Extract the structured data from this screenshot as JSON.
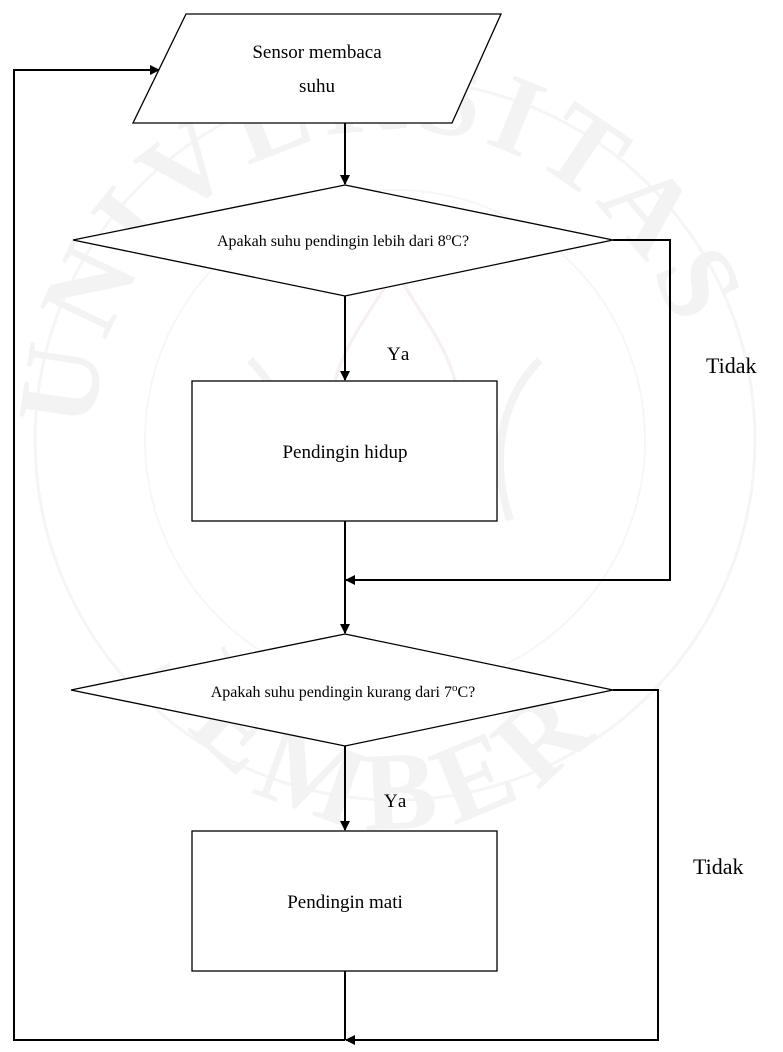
{
  "watermark": {
    "top_text": "UNIVERSITAS",
    "bottom_text": "JEMBER",
    "color": "#e9e9e9"
  },
  "nodes": {
    "input": {
      "line1": "Sensor membaca",
      "line2": "suhu"
    },
    "decision1": {
      "prefix": "Apakah suhu pendingin lebih dari 8",
      "sup": "o",
      "suffix": "C?"
    },
    "process1": {
      "text": "Pendingin hidup"
    },
    "decision2": {
      "prefix": "Apakah suhu pendingin kurang dari 7",
      "sup": "o",
      "suffix": "C?"
    },
    "process2": {
      "text": "Pendingin mati"
    }
  },
  "labels": {
    "yes1": "Ya",
    "no1": "Tidak",
    "yes2": "Ya",
    "no2": "Tidak"
  },
  "style": {
    "line_color": "#000000",
    "fill_color": "#ffffff"
  }
}
